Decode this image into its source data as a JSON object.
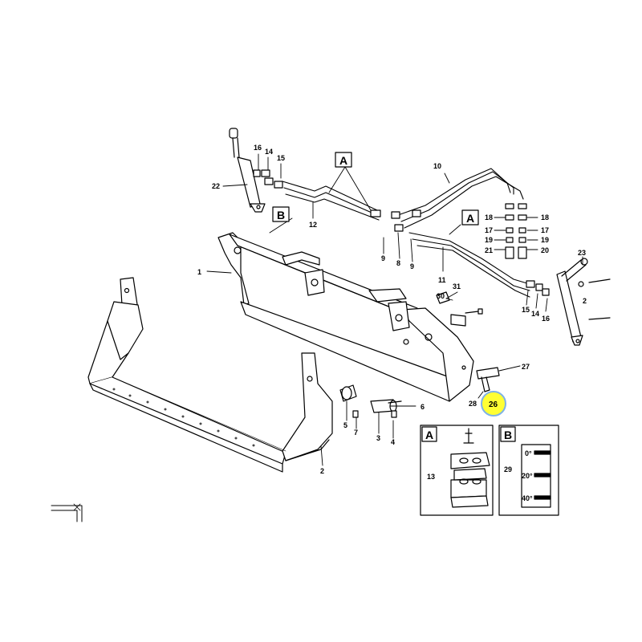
{
  "callouts": {
    "c1": "1",
    "c2": "2",
    "c3": "3",
    "c4": "4",
    "c5": "5",
    "c6": "6",
    "c7": "7",
    "c8": "8",
    "c9a": "9",
    "c9b": "9",
    "c10": "10",
    "c11": "11",
    "c12": "12",
    "c13": "13",
    "c14a": "14",
    "c14b": "14",
    "c15a": "15",
    "c15b": "15",
    "c16a": "16",
    "c16b": "16",
    "c17a": "17",
    "c17b": "17",
    "c18a": "18",
    "c18b": "18",
    "c19a": "19",
    "c19b": "19",
    "c20": "20",
    "c21": "21",
    "c22": "22",
    "c23": "23",
    "c24": "2",
    "c26": "26",
    "c27": "27",
    "c28": "28",
    "c29": "29",
    "c30": "30",
    "c31": "31"
  },
  "detail_refs": {
    "a1": "A",
    "a2": "A",
    "b1": "B",
    "box_a": "A",
    "box_b": "B"
  },
  "gauge": {
    "angles": [
      "0°",
      "20°",
      "40°"
    ]
  },
  "highlight": {
    "color": "#ffff33",
    "ring_color": "#7fb2e6"
  }
}
